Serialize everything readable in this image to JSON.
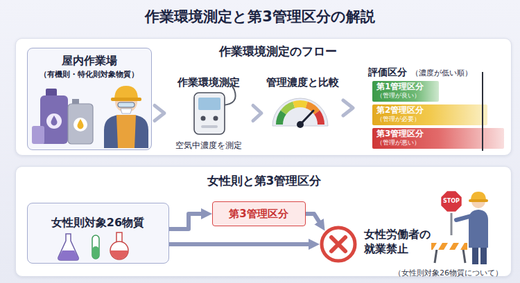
{
  "diagram": {
    "title": "作業環境測定と第3管理区分の解説",
    "nodes": [
      {
        "text": [
          "作業環境測定のフロー"
        ]
      },
      {
        "text": [
          "屋内作業場",
          "（有機則・特化則対象物質）"
        ],
        "in": 0
      },
      {
        "text": [
          "作業環境測定",
          "空気中濃度を測定"
        ],
        "in": 0
      },
      {
        "text": [
          "管理濃度と比較"
        ],
        "in": 0
      },
      {
        "text": [
          "評価区分",
          "（濃度が低い順）"
        ],
        "in": 0
      },
      {
        "text": [
          "第1管理区分",
          "（管理が良い）"
        ],
        "in": 4
      },
      {
        "text": [
          "第2管理区分",
          "（管理が必要）"
        ],
        "in": 4
      },
      {
        "text": [
          "第3管理区分",
          "（管理が悪い）"
        ],
        "in": 4
      },
      {
        "text": [
          "女性則と第3管理区分"
        ]
      },
      {
        "text": [
          "女性則対象26物質"
        ],
        "in": 8
      },
      {
        "text": [
          "第3管理区分"
        ],
        "in": 8
      },
      {
        "text": [
          "女性労働者の就業禁止"
        ],
        "in": 8
      }
    ],
    "edges": [
      {
        "from": 1,
        "to": 2,
        "arrow": "to"
      },
      {
        "from": 2,
        "to": 3,
        "arrow": "to"
      },
      {
        "from": 3,
        "to": 4,
        "arrow": "to"
      },
      {
        "from": 9,
        "to": 10,
        "arrow": "to"
      },
      {
        "from": 10,
        "to": 11,
        "arrow": "to"
      },
      {
        "from": 9,
        "to": 11,
        "arrow": "to"
      }
    ],
    "labels": [
      "STOP",
      "（女性則対象26物質について）"
    ]
  }
}
